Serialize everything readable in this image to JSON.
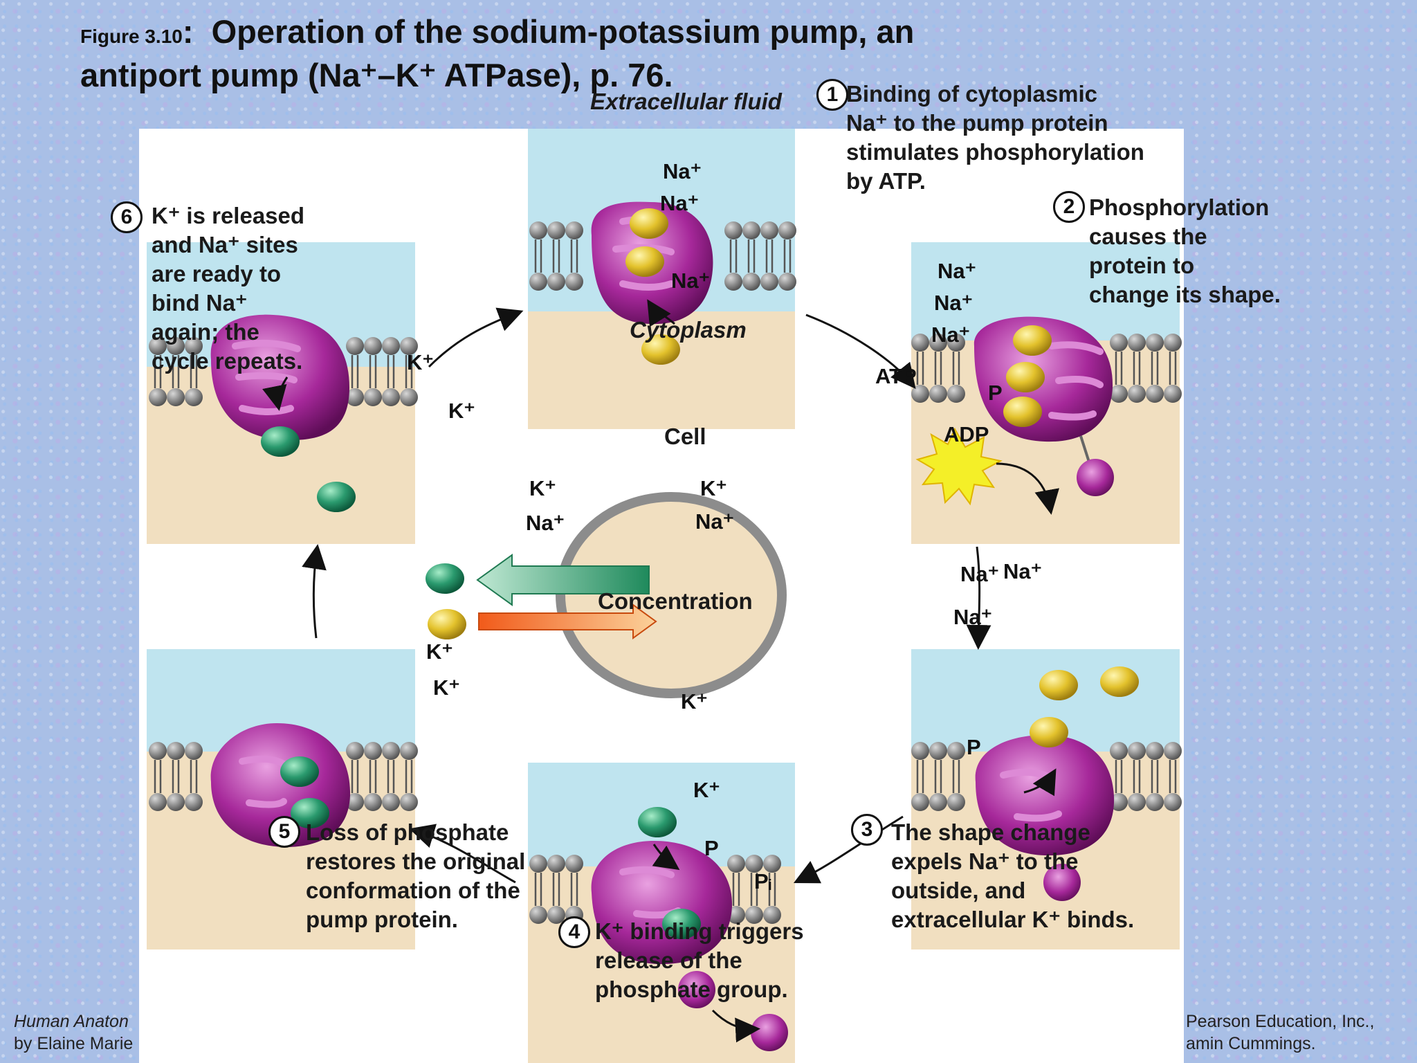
{
  "title": {
    "figure_label": "Figure 3.10",
    "colon": ":",
    "line1": "Operation of the sodium-potassium pump, an",
    "line2": "antiport pump (Na⁺–K⁺ ATPase), p. 76."
  },
  "regions": {
    "extracellular": "Extracellular fluid",
    "cytoplasm": "Cytoplasm",
    "cell": "Cell",
    "concentration": "Concentration"
  },
  "steps": [
    {
      "num": "1",
      "text": "Binding of cytoplasmic\nNa⁺ to the pump protein\nstimulates phosphorylation\nby ATP."
    },
    {
      "num": "2",
      "text": "Phosphorylation\ncauses the\nprotein to\nchange its shape."
    },
    {
      "num": "3",
      "text": "The shape change\nexpels Na⁺ to the\noutside, and\nextracellular K⁺ binds."
    },
    {
      "num": "4",
      "text": "K⁺ binding triggers\nrelease of the\nphosphate group."
    },
    {
      "num": "5",
      "text": "Loss of phosphate\nrestores the original\nconformation of the\npump protein."
    },
    {
      "num": "6",
      "text": "K⁺ is released\nand Na⁺ sites\nare ready to\nbind Na⁺\nagain; the\ncycle repeats."
    }
  ],
  "ions": {
    "na": "Na⁺",
    "k": "K⁺",
    "atp": "ATP",
    "adp": "ADP",
    "p": "P",
    "pi": "Pᵢ"
  },
  "footer": {
    "left1": "Human Anaton",
    "left2": "by Elaine Marie",
    "right1": "Pearson Education, Inc.,",
    "right2": "amin Cummings."
  },
  "colors": {
    "extracellular": "#bfe4ef",
    "cytoplasm": "#f1dfc0",
    "protein": "#a6289a",
    "sodium": "#e3c22c",
    "potassium": "#2a9a6e",
    "arrow_green": "#2f9f72",
    "arrow_orange": "#ee6a1c"
  }
}
